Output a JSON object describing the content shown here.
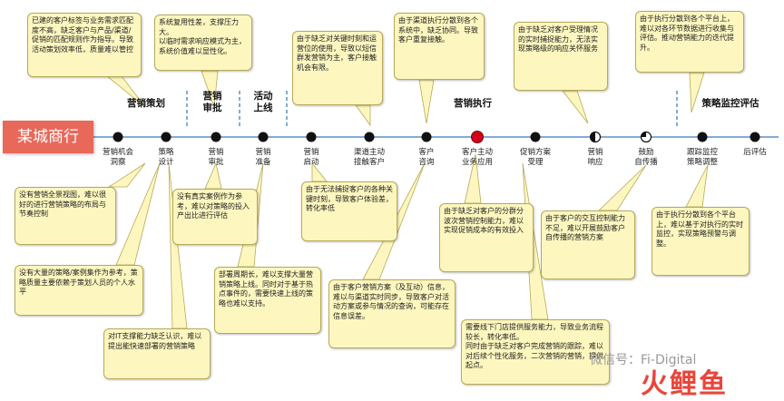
{
  "title": "某城商行",
  "phases": [
    {
      "label": "营销策划"
    },
    {
      "label": "营销\n审批"
    },
    {
      "label": "活动\n上线"
    },
    {
      "label": "营销执行"
    },
    {
      "label": "策略监控评估"
    }
  ],
  "nodes": [
    {
      "label": "营销机会\n洞察",
      "marker": "dot"
    },
    {
      "label": "策略\n设计",
      "marker": "dot"
    },
    {
      "label": "营销\n审批",
      "marker": "dot"
    },
    {
      "label": "营销\n准备",
      "marker": "dot"
    },
    {
      "label": "营销\n启动",
      "marker": "dot"
    },
    {
      "label": "渠道主动\n接触客户",
      "marker": "dot"
    },
    {
      "label": "客户\n咨询",
      "marker": "dot"
    },
    {
      "label": "客户主动\n业务应用",
      "marker": "red"
    },
    {
      "label": "促销方案\n受理",
      "marker": "dot"
    },
    {
      "label": "营销\n响应",
      "marker": "half"
    },
    {
      "label": "鼓励\n自传播",
      "marker": "quarter"
    },
    {
      "label": "跟踪监控\n策略调整",
      "marker": "dot"
    },
    {
      "label": "后评估",
      "marker": "dot"
    }
  ],
  "callouts_top": [
    {
      "text": "已建的客户标签与业务需求匹配度不高，缺乏客户与产品/渠道/促销的匹配规则作为指导。导致活动策划效率低，质量难以管控"
    },
    {
      "text": "系统复用性差，支撑压力大。\n以临时需求响应模式为主，系统价值难以显性化。"
    },
    {
      "text": "由于缺乏对关键时刻和运营位的使用，导致以短信群发营销为主，客户接触机会有限。"
    },
    {
      "text": "由于渠道执行分散到各个系统中，缺乏协同。导致客户重复接触。"
    },
    {
      "text": "由于缺乏对客户受理情况的实时捕捉能力，无法实现策略级的响应关怀服务"
    },
    {
      "text": "由于执行分散到各个平台上，难以对各环节数据进行收集与评估。推动营销能力的迭代提升。"
    }
  ],
  "callouts_bottom": [
    {
      "text": "没有营销全景视图，难以很好的进行营销策略的布局与节奏控制"
    },
    {
      "text": "没有大量的策略/案例集作为参考，策略质量主要依赖于策划人员的个人水平"
    },
    {
      "text": "对IT支撑能力缺乏认识，难以提出能快速部署的营销策略"
    },
    {
      "text": "没有真实案例作为参考，难以对策略的投入产出比进行评估"
    },
    {
      "text": "部署周期长，难以支撑大量营销策略上线。同时对于基于热点事件的，需要快速上线的策略也难以支持。"
    },
    {
      "text": "由于无法捕捉客户的各种关键时刻，导致客户体验差，转化率低"
    },
    {
      "text": "由于客户营销方案（及互动）信息，难以与渠道实时同步，导致客户对活动方案或参与情况的查询，可能存在信息误差。"
    },
    {
      "text": "由于缺乏对客户的分群分波次营销控制能力，难以实现促销成本的有效投入"
    },
    {
      "text": "需要线下门店提供服务能力，导致业务流程较长，转化率低。\n同时由于缺乏对客户完成营销的跟踪，难以对后续个性化服务，二次营销的营销，提供起点。"
    },
    {
      "text": "由于客户的交互控制能力不足，难以开展鼓励客户自传播的营销方案"
    },
    {
      "text": "由于执行分散到各个平台上，难以基于对执行的实时监控，实现策略预警与调整。"
    }
  ],
  "watermark": {
    "text": "微信号：Fi-Digital",
    "logo": "火鲤鱼"
  },
  "colors": {
    "timeline": "#5a8fc8",
    "title_bg": "#e8685a",
    "bubble_bg": "#fdf7bf",
    "node": "#111111",
    "node_red": "#d0021b"
  }
}
